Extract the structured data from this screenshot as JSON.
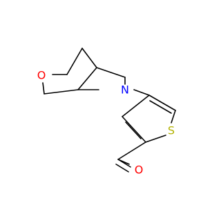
{
  "molecule": {
    "atoms": {
      "oxygen_ring": {
        "symbol": "O",
        "color": "#ff0000"
      },
      "nitrogen": {
        "symbol": "N",
        "color": "#0000ff"
      },
      "sulfur": {
        "symbol": "S",
        "color": "#b2b200"
      },
      "oxygen_aldehyde": {
        "symbol": "O",
        "color": "#ff0000"
      }
    },
    "bond_color": "#000000"
  }
}
